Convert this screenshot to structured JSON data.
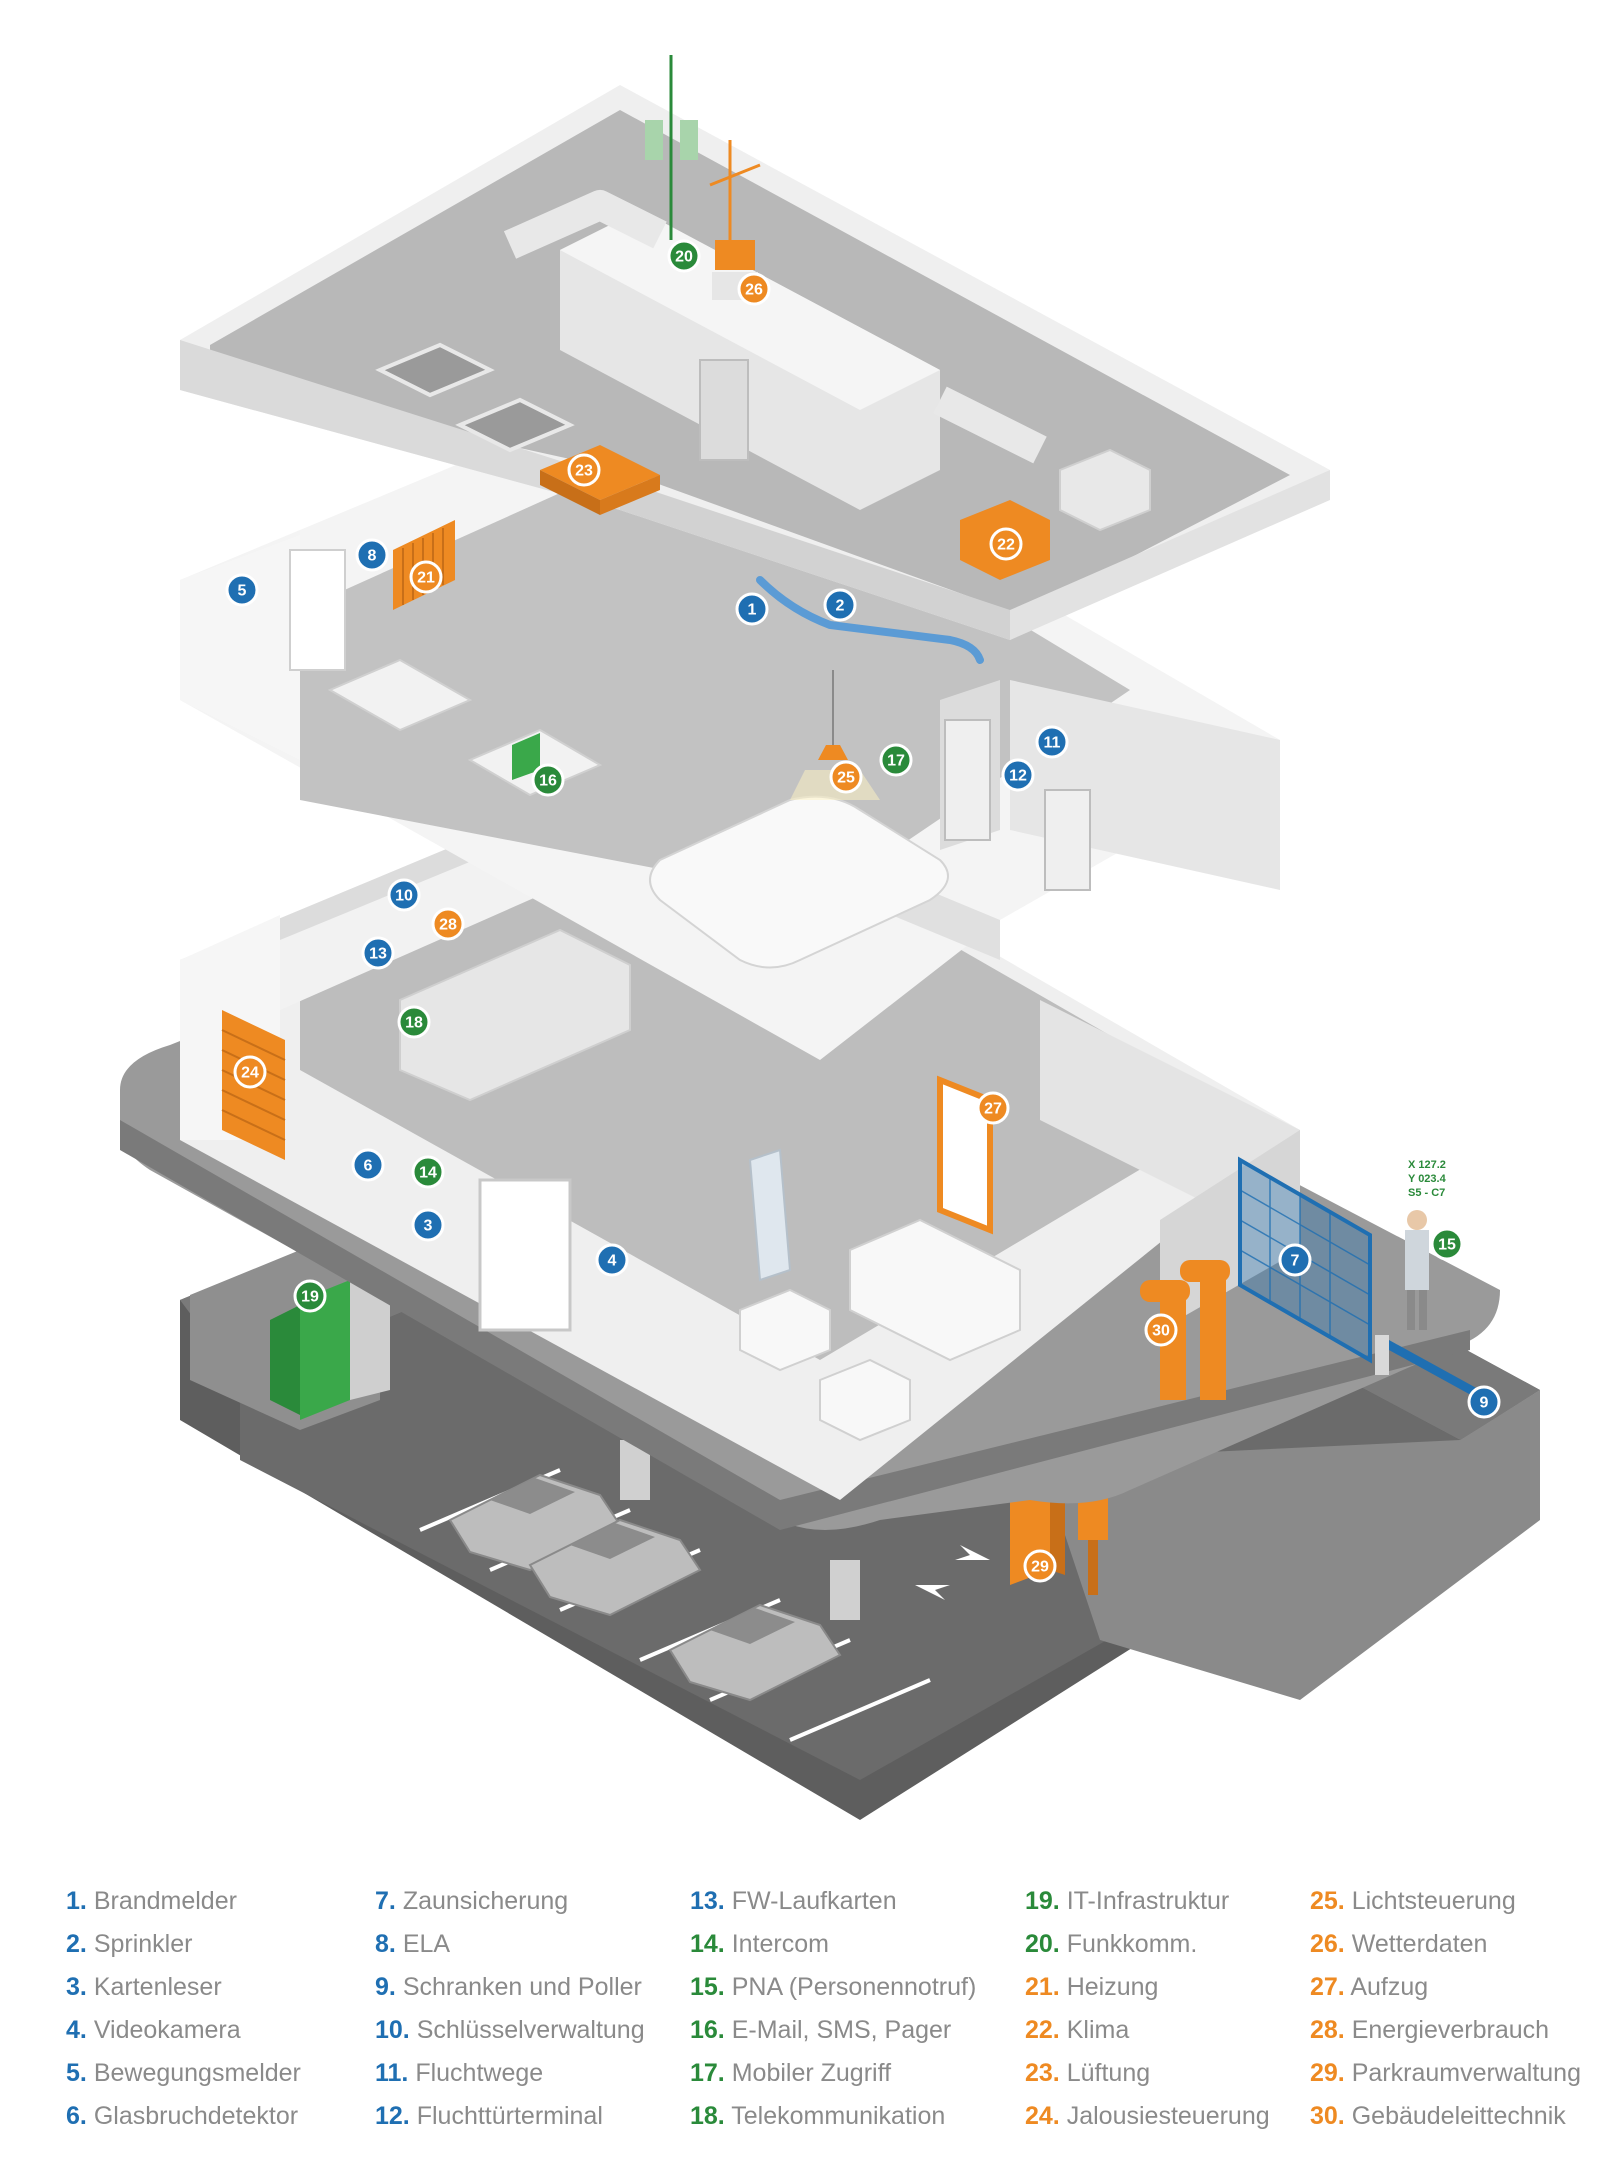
{
  "colors": {
    "blue": "#1f6fb2",
    "green": "#2a8a3a",
    "orange": "#ee8a22"
  },
  "gps_readout": [
    "X 127.2",
    "Y 023.4",
    "S5 - C7"
  ],
  "legend": [
    {
      "number": "1.",
      "label": "Brandmelder",
      "group": "blue"
    },
    {
      "number": "2.",
      "label": "Sprinkler",
      "group": "blue"
    },
    {
      "number": "3.",
      "label": "Kartenleser",
      "group": "blue"
    },
    {
      "number": "4.",
      "label": "Videokamera",
      "group": "blue"
    },
    {
      "number": "5.",
      "label": "Bewegungsmelder",
      "group": "blue"
    },
    {
      "number": "6.",
      "label": "Glasbruchdetektor",
      "group": "blue"
    },
    {
      "number": "7.",
      "label": "Zaunsicherung",
      "group": "blue"
    },
    {
      "number": "8.",
      "label": "ELA",
      "group": "blue"
    },
    {
      "number": "9.",
      "label": "Schranken und Poller",
      "group": "blue"
    },
    {
      "number": "10.",
      "label": "Schlüsselverwaltung",
      "group": "blue"
    },
    {
      "number": "11.",
      "label": "Fluchtwege",
      "group": "blue"
    },
    {
      "number": "12.",
      "label": "Fluchttürterminal",
      "group": "blue"
    },
    {
      "number": "13.",
      "label": "FW-Laufkarten",
      "group": "blue"
    },
    {
      "number": "14.",
      "label": "Intercom",
      "group": "green"
    },
    {
      "number": "15.",
      "label": "PNA (Personennotruf)",
      "group": "green"
    },
    {
      "number": "16.",
      "label": "E-Mail, SMS, Pager",
      "group": "green"
    },
    {
      "number": "17.",
      "label": "Mobiler Zugriff",
      "group": "green"
    },
    {
      "number": "18.",
      "label": "Telekommunikation",
      "group": "green"
    },
    {
      "number": "19.",
      "label": "IT-Infrastruktur",
      "group": "green"
    },
    {
      "number": "20.",
      "label": "Funkkomm.",
      "group": "green"
    },
    {
      "number": "21.",
      "label": "Heizung",
      "group": "orange"
    },
    {
      "number": "22.",
      "label": "Klima",
      "group": "orange"
    },
    {
      "number": "23.",
      "label": "Lüftung",
      "group": "orange"
    },
    {
      "number": "24.",
      "label": "Jalousiesteuerung",
      "group": "orange"
    },
    {
      "number": "25.",
      "label": "Lichtsteuerung",
      "group": "orange"
    },
    {
      "number": "26.",
      "label": "Wetterdaten",
      "group": "orange"
    },
    {
      "number": "27.",
      "label": "Aufzug",
      "group": "orange"
    },
    {
      "number": "28.",
      "label": "Energieverbrauch",
      "group": "orange"
    },
    {
      "number": "29.",
      "label": "Parkraumverwaltung",
      "group": "orange"
    },
    {
      "number": "30.",
      "label": "Gebäudeleittechnik",
      "group": "orange"
    }
  ],
  "markers": [
    {
      "id": "1",
      "group": "blue"
    },
    {
      "id": "2",
      "group": "blue"
    },
    {
      "id": "3",
      "group": "blue"
    },
    {
      "id": "4",
      "group": "blue"
    },
    {
      "id": "5",
      "group": "blue"
    },
    {
      "id": "6",
      "group": "blue"
    },
    {
      "id": "7",
      "group": "blue"
    },
    {
      "id": "8",
      "group": "blue"
    },
    {
      "id": "9",
      "group": "blue"
    },
    {
      "id": "10",
      "group": "blue"
    },
    {
      "id": "11",
      "group": "blue"
    },
    {
      "id": "12",
      "group": "blue"
    },
    {
      "id": "13",
      "group": "blue"
    },
    {
      "id": "14",
      "group": "green"
    },
    {
      "id": "15",
      "group": "green"
    },
    {
      "id": "16",
      "group": "green"
    },
    {
      "id": "17",
      "group": "green"
    },
    {
      "id": "18",
      "group": "green"
    },
    {
      "id": "19",
      "group": "green"
    },
    {
      "id": "20",
      "group": "green"
    },
    {
      "id": "21",
      "group": "orange"
    },
    {
      "id": "22",
      "group": "orange"
    },
    {
      "id": "23",
      "group": "orange"
    },
    {
      "id": "24",
      "group": "orange"
    },
    {
      "id": "25",
      "group": "orange"
    },
    {
      "id": "26",
      "group": "orange"
    },
    {
      "id": "27",
      "group": "orange"
    },
    {
      "id": "28",
      "group": "orange"
    },
    {
      "id": "29",
      "group": "orange"
    },
    {
      "id": "30",
      "group": "orange"
    }
  ]
}
